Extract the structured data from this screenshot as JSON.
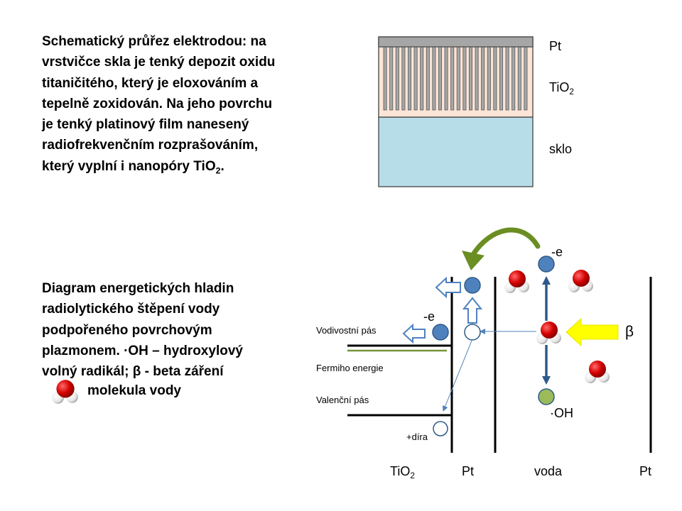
{
  "text": {
    "electrode_description": "Schematický průřez elektrodou: na vrstvičce skla je tenký depozit oxidu titaničitého, který je eloxováním a tepelně zoxidován. Na jeho povrchu je tenký platinový film nanesený radiofrekvenčním rozprašováním, který vyplní i nanopóry TiO",
    "electrode_description_sub": "2",
    "electrode_description_end": ".",
    "energy_description": "Diagram energetických hladin radiolytického štěpení vody podpořeného povrchovým plazmonem. ·OH – hydroxylový volný radikál; β - beta záření",
    "water_molecule_caption": "molekula vody"
  },
  "cross_section": {
    "labels": {
      "pt": "Pt",
      "tio2_base": "TiO",
      "tio2_sub": "2",
      "glass": "sklo"
    },
    "colors": {
      "pt": "#a6a6a6",
      "tio2": "#fce4d6",
      "glass": "#b7dde8",
      "outline": "#595959"
    }
  },
  "energy_diagram": {
    "band_labels": {
      "conduction": "Vodivostní pás",
      "fermi": "Fermiho energie",
      "valence": "Valenční pás"
    },
    "particle_labels": {
      "electron_left": "-e",
      "electron_right": "-e",
      "hole": "+díra",
      "hydroxyl": "·OH",
      "beta": "β"
    },
    "region_labels": {
      "tio2_base": "TiO",
      "tio2_sub": "2",
      "pt_left": "Pt",
      "water": "voda",
      "pt_right": "Pt"
    },
    "colors": {
      "electron": "#4f81bd",
      "electron_outline": "#2e5a8a",
      "hydroxyl": "#9bbb59",
      "fermi_line": "#77933c",
      "curved_arrow": "#6b8e23",
      "beta_arrow": "#ffff00",
      "molecule_oxygen": "#d40000",
      "molecule_hydrogen": "#ffffff"
    }
  }
}
